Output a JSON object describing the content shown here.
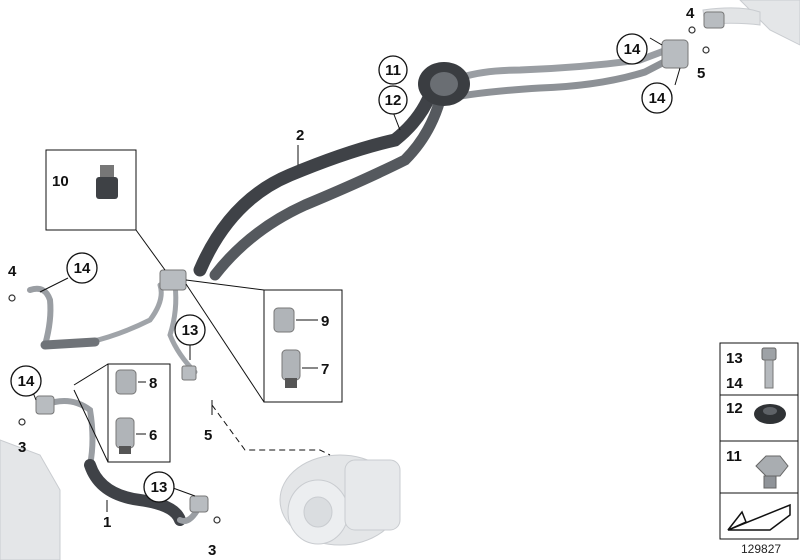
{
  "callouts": {
    "c1": "1",
    "c2": "2",
    "c3a": "3",
    "c3b": "3",
    "c4a": "4",
    "c4b": "4",
    "c5a": "5",
    "c5b": "5",
    "c6": "6",
    "c7": "7",
    "c8": "8",
    "c9": "9",
    "c10": "10",
    "c11": "11",
    "c12": "12",
    "c13a": "13",
    "c13b": "13",
    "c14a": "14",
    "c14b": "14",
    "c14c": "14",
    "c14d": "14"
  },
  "legend": {
    "l13": "13",
    "l14": "14",
    "l12": "12",
    "l11": "11"
  },
  "diagram_id": "129827",
  "colors": {
    "hose": "#4a4d52",
    "pipe": "#9a9ea3",
    "line": "#111111",
    "ghost": "#dfe1e3"
  }
}
